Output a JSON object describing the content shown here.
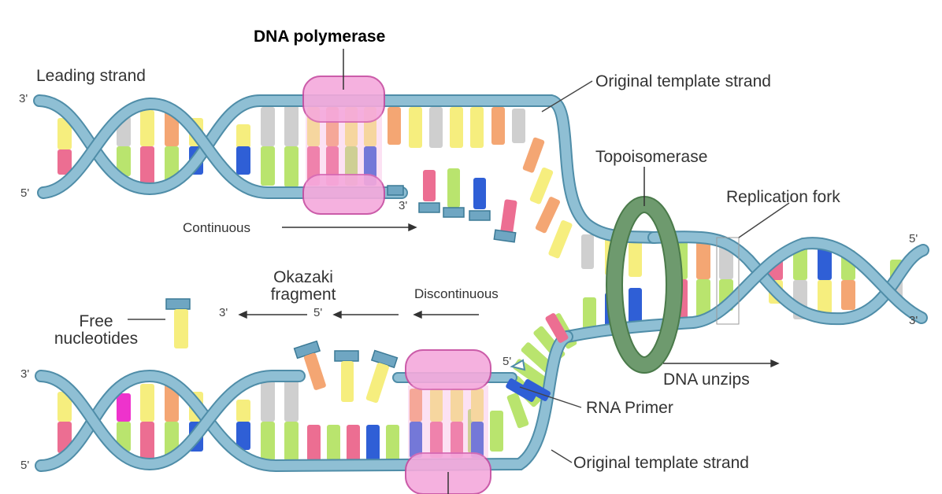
{
  "labels": {
    "dna_polymerase": "DNA polymerase",
    "leading_strand": "Leading strand",
    "original_template_top": "Original template strand",
    "original_template_bottom": "Original template strand",
    "topoisomerase": "Topoisomerase",
    "replication_fork": "Replication fork",
    "continuous": "Continuous",
    "discontinuous": "Discontinuous",
    "okazaki_line1": "Okazaki",
    "okazaki_line2": "fragment",
    "free_line1": "Free",
    "free_line2": "nucleotides",
    "dna_unzips": "DNA unzips",
    "rna_primer": "RNA Primer"
  },
  "strand_ends": {
    "top_left_3": "3'",
    "top_left_5": "5'",
    "bottom_left_3": "3'",
    "bottom_left_5": "5'",
    "right_top_5": "5'",
    "right_bottom_3": "3'",
    "leading_new_3": "3'",
    "okazaki_3": "3'",
    "okazaki_5": "5'",
    "lagging_5": "5'"
  },
  "colors": {
    "backbone": "#8fbfd4",
    "backbone_edge": "#4f8da8",
    "polymerase": "#f5a9dc",
    "polymerase_edge": "#c64ba0",
    "topoisomerase": "#6e9a6e",
    "topoisomerase_edge": "#4a7a4a",
    "base_yellow": "#f6ee7e",
    "base_green": "#b9e46e",
    "base_pink": "#ec6e92",
    "base_blue": "#2f5fd6",
    "base_orange": "#f4a673",
    "base_gray": "#cfcfcf",
    "base_magenta": "#ee33cc"
  }
}
